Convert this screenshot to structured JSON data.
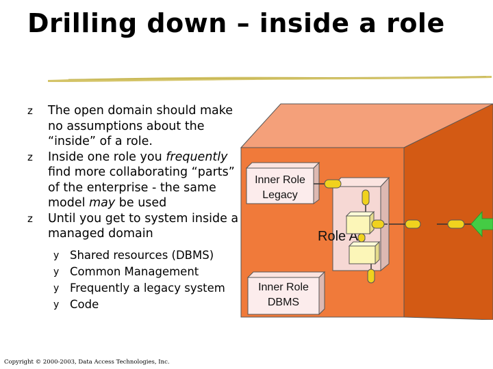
{
  "slide": {
    "title": "Drilling down – inside a role",
    "bullets": [
      {
        "text_parts": [
          "The open domain should make no assumptions about the “inside” of a role."
        ]
      },
      {
        "text_parts": [
          "Inside one role you ",
          "frequently",
          " find more collaborating “parts” of the enterprise - the same model ",
          "may",
          " be used"
        ]
      },
      {
        "text_parts": [
          "Until you get to system inside a managed domain"
        ]
      }
    ],
    "subbullets": [
      "Shared resources (DBMS)",
      "Common Management",
      "Frequently a legacy system",
      "Code"
    ],
    "copyright": "Copyright © 2000-2003, Data Access Technologies, Inc."
  },
  "diagram": {
    "inner_role_legacy": [
      "Inner Role",
      "Legacy"
    ],
    "inner_role_dbms": [
      "Inner Role",
      "DBMS"
    ],
    "role_label": "Role A",
    "colors": {
      "cube_front": "#f07a3a",
      "cube_top": "#f4a07a",
      "cube_side": "#d35a14",
      "inner_box": "#f6d8d4",
      "component": "#fcf6b8",
      "port": "#f0d21e",
      "arrow": "#44cc44"
    }
  }
}
